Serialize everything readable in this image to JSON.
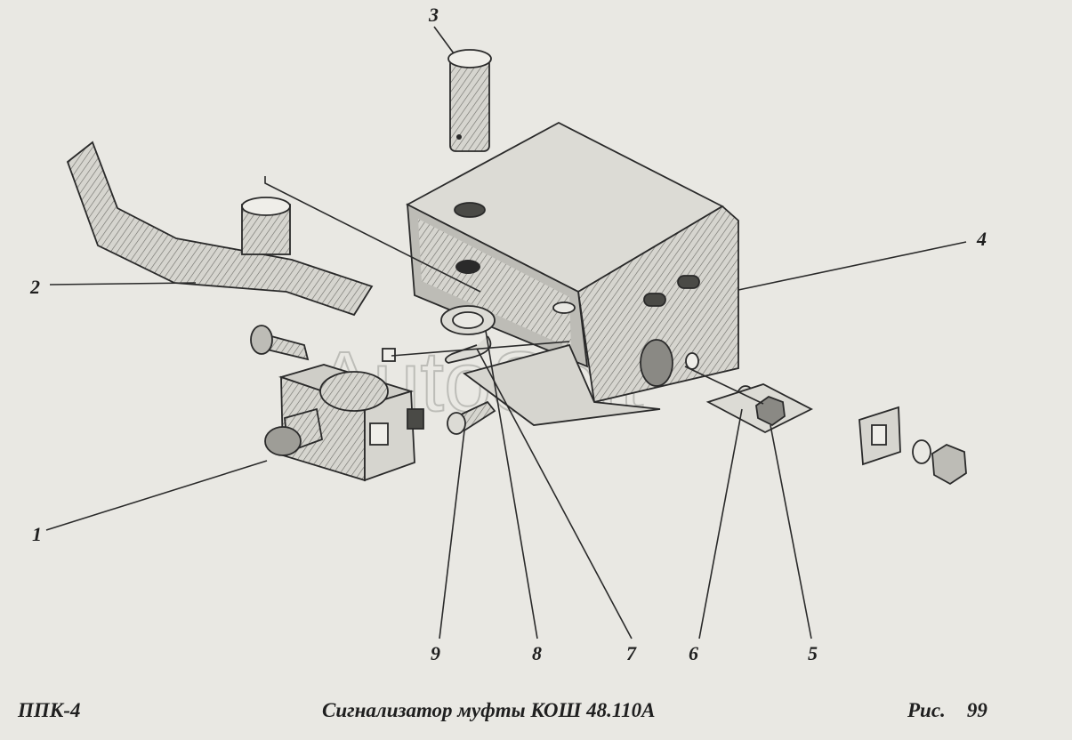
{
  "diagram": {
    "callouts": [
      "1",
      "2",
      "3",
      "4",
      "5",
      "6",
      "7",
      "8",
      "9"
    ],
    "watermark": "AutoSoft"
  },
  "footer": {
    "left": "ППК-4",
    "title": "Сигнализатор муфты КОШ 48.110А",
    "fig_label": "Рис.",
    "fig_number": "99"
  }
}
